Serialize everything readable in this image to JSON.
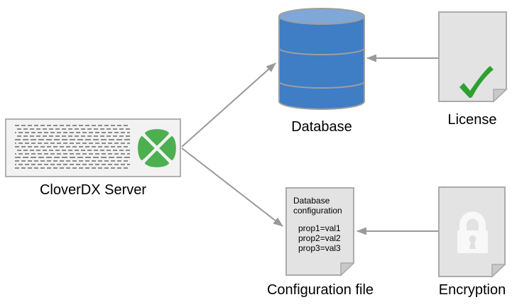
{
  "nodes": {
    "server": {
      "label": "CloverDX Server"
    },
    "database": {
      "label": "Database"
    },
    "license": {
      "label": "License"
    },
    "config_file": {
      "label": "Configuration file",
      "doc_title": "Database configuration",
      "props": [
        "prop1=val1",
        "prop2=val2",
        "prop3=val3"
      ]
    },
    "encryption": {
      "label": "Encryption"
    }
  },
  "icons": {
    "server_logo": "cloverdx-clover-icon",
    "database": "database-cylinder-icon",
    "license_mark": "green-checkmark-icon",
    "encryption_mark": "padlock-icon",
    "connectors": "gray-arrow"
  },
  "colors": {
    "clover_green": "#4caf50",
    "checkmark_green": "#2fa02f",
    "database_blue": "#3f7dc5",
    "database_top_blue": "#7fa8d8",
    "server_fill": "#f2f2f2",
    "document_fill": "#e3e3e3",
    "document_fold": "#c9c9c9",
    "border_gray": "#ababab",
    "arrow_gray": "#999999",
    "dash_gray": "#8c8c8c",
    "label_text": "#000000"
  }
}
